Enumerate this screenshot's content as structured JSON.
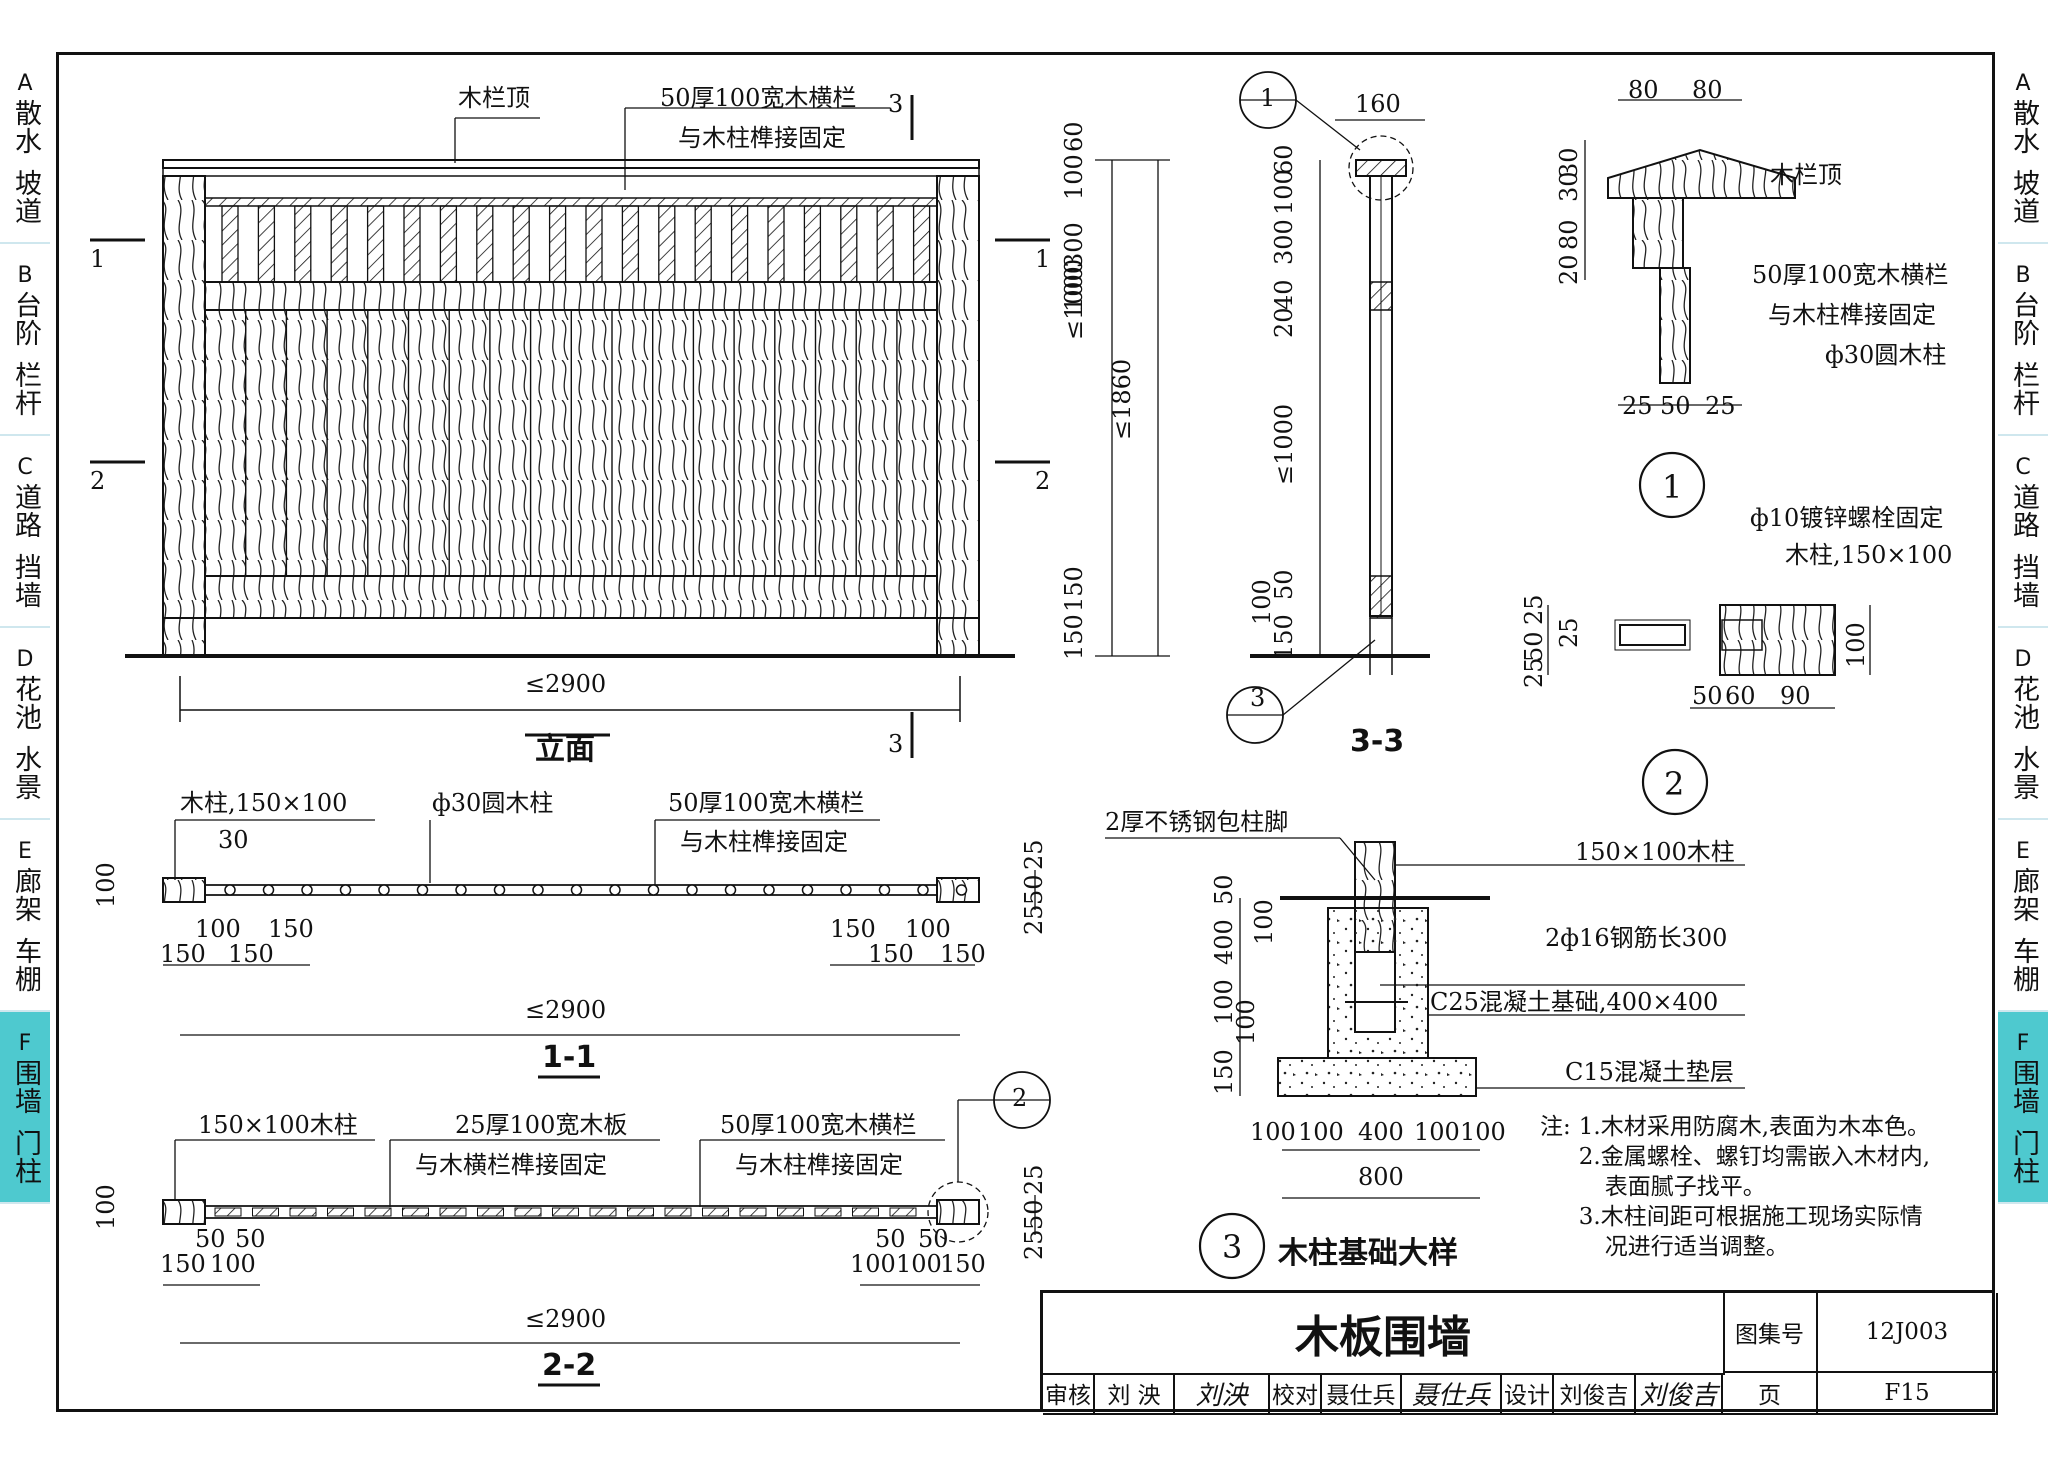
{
  "side_tabs": [
    {
      "letter": "A",
      "line1": "散水",
      "line2": "坡道"
    },
    {
      "letter": "B",
      "line1": "台阶",
      "line2": "栏杆"
    },
    {
      "letter": "C",
      "line1": "道路",
      "line2": "挡墙"
    },
    {
      "letter": "D",
      "line1": "花池",
      "line2": "水景"
    },
    {
      "letter": "E",
      "line1": "廊架",
      "line2": "车棚"
    },
    {
      "letter": "F",
      "line1": "围墙",
      "line2": "门柱"
    }
  ],
  "elevation": {
    "title": "立面",
    "label_top": "木栏顶",
    "label_rail_1": "50厚100宽木横栏",
    "label_rail_2": "与木柱榫接固定",
    "section_1": "1",
    "section_2": "2",
    "section_3": "3",
    "width_dim": "≤2900",
    "dims_v": [
      "60",
      "100",
      "300",
      "100",
      "≤1000",
      "150",
      "150"
    ],
    "total": "≤1860"
  },
  "section_33": {
    "title": "3-3",
    "callout_1": "1",
    "callout_3": "3",
    "dim_top": "160",
    "dims_v": [
      "60",
      "100",
      "300",
      "40",
      "20",
      "≤1000",
      "50",
      "100",
      "150"
    ]
  },
  "detail_1": {
    "callout": "1",
    "dim_top": [
      "80",
      "80"
    ],
    "dims_left": [
      "30",
      "30",
      "80",
      "20"
    ],
    "dims_bottom": [
      "25",
      "50",
      "25"
    ],
    "label_a": "木栏顶",
    "label_b": "50厚100宽木横栏",
    "label_c": "与木柱榫接固定",
    "label_d": "ф30圆木柱"
  },
  "detail_2": {
    "callout": "2",
    "label_a": "ф10镀锌螺栓固定",
    "label_b": "木柱,150×100",
    "dims_left": [
      "25",
      "25",
      "50",
      "25"
    ],
    "dim_right": "100",
    "dims_bottom": [
      "50",
      "60",
      "90"
    ]
  },
  "section_11": {
    "title": "1-1",
    "label_a": "木柱,150×100",
    "label_b": "ф30圆木柱",
    "label_c": "50厚100宽木横栏",
    "label_d": "与木柱榫接固定",
    "dim_30": "30",
    "dim_h": "100",
    "dims_left": [
      "100",
      "150",
      "150",
      "150"
    ],
    "dims_right": [
      "150",
      "100",
      "150",
      "150"
    ],
    "dims_end": [
      "25",
      "50",
      "25"
    ],
    "width_dim": "≤2900"
  },
  "section_22": {
    "title": "2-2",
    "callout": "2",
    "label_a": "150×100木柱",
    "label_b": "25厚100宽木板",
    "label_c": "与木横栏榫接固定",
    "label_d": "50厚100宽木横栏",
    "label_e": "与木柱榫接固定",
    "dim_h": "100",
    "dims_left": [
      "50",
      "50",
      "150",
      "100"
    ],
    "dims_right": [
      "50",
      "50",
      "100",
      "100",
      "150"
    ],
    "dims_end": [
      "25",
      "50",
      "25"
    ],
    "width_dim": "≤2900"
  },
  "detail_3": {
    "callout": "3",
    "title": "木柱基础大样",
    "label_a": "2厚不锈钢包柱脚",
    "label_b": "150×100木柱",
    "label_c": "2ф16钢筋长300",
    "label_d": "C25混凝土基础,400×400",
    "label_e": "C15混凝土垫层",
    "dims_left": [
      "50",
      "100",
      "400",
      "100",
      "100",
      "150"
    ],
    "dims_bottom": [
      "100",
      "100",
      "400",
      "100",
      "100"
    ],
    "total": "800"
  },
  "notes": {
    "head": "注:",
    "items": [
      "1.木材采用防腐木,表面为木本色。",
      "2.金属螺栓、螺钉均需嵌入木材内,",
      "表面腻子找平。",
      "3.木柱间距可根据施工现场实际情",
      "况进行适当调整。"
    ]
  },
  "title_block": {
    "drawing_title": "木板围墙",
    "atlas_label": "图集号",
    "atlas_no": "12J003",
    "page_label": "页",
    "page_no": "F15",
    "review_label": "审核",
    "reviewer": "刘 泱",
    "check_label": "校对",
    "checker": "聂仕兵",
    "design_label": "设计",
    "designer": "刘俊吉"
  }
}
